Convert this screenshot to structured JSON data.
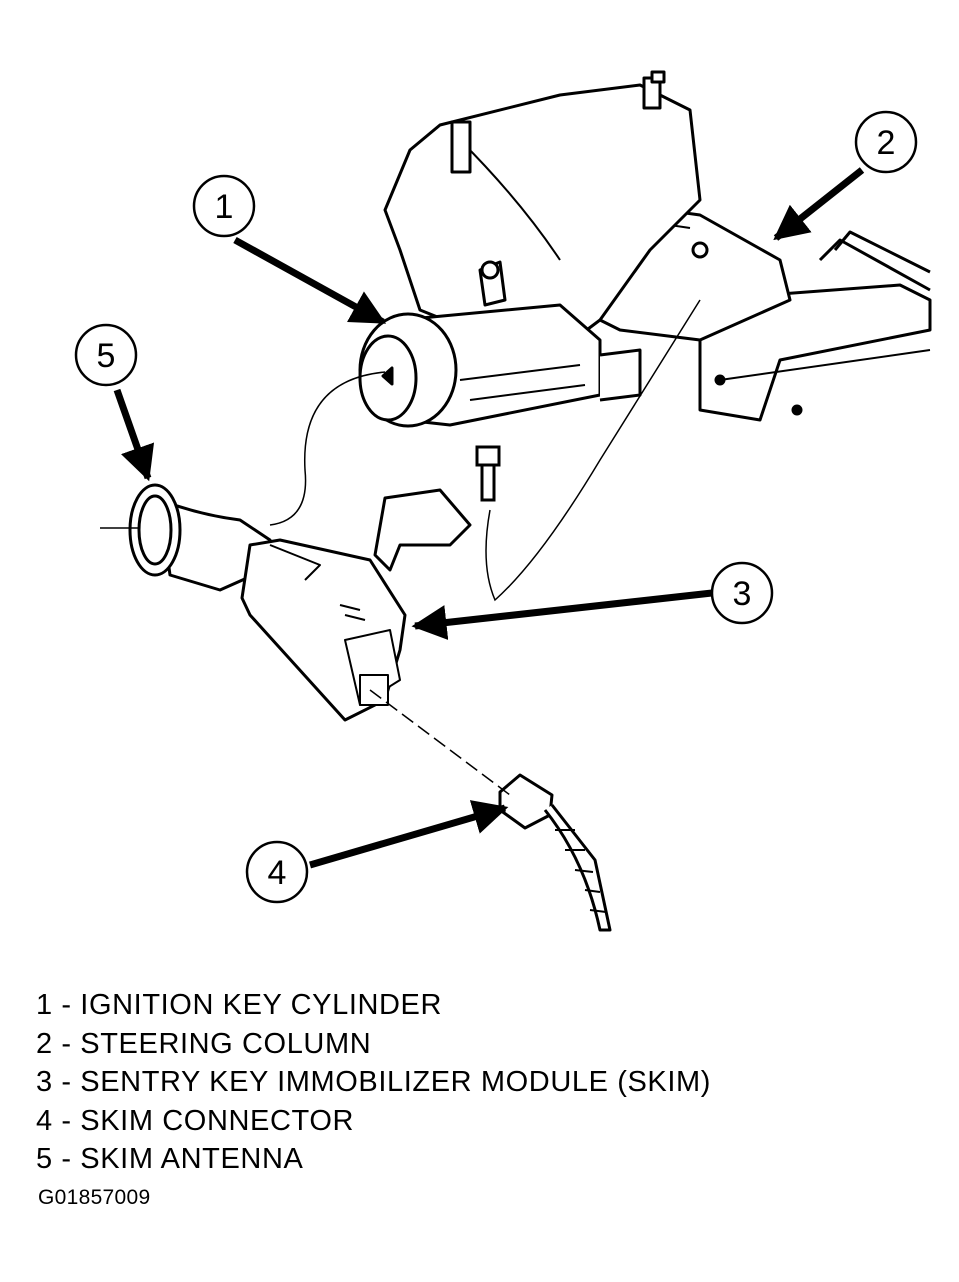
{
  "callouts": [
    {
      "number": "1",
      "part": "ignition-key-cylinder"
    },
    {
      "number": "2",
      "part": "steering-column"
    },
    {
      "number": "3",
      "part": "sentry-key-immobilizer-module"
    },
    {
      "number": "4",
      "part": "skim-connector"
    },
    {
      "number": "5",
      "part": "skim-antenna"
    }
  ],
  "legend": [
    "1 - IGNITION KEY CYLINDER",
    "2 - STEERING COLUMN",
    "3 - SENTRY KEY IMMOBILIZER MODULE (SKIM)",
    "4 - SKIM CONNECTOR",
    "5 - SKIM ANTENNA"
  ],
  "figure_id": "G01857009",
  "colors": {
    "line": "#000000",
    "background": "#ffffff"
  }
}
